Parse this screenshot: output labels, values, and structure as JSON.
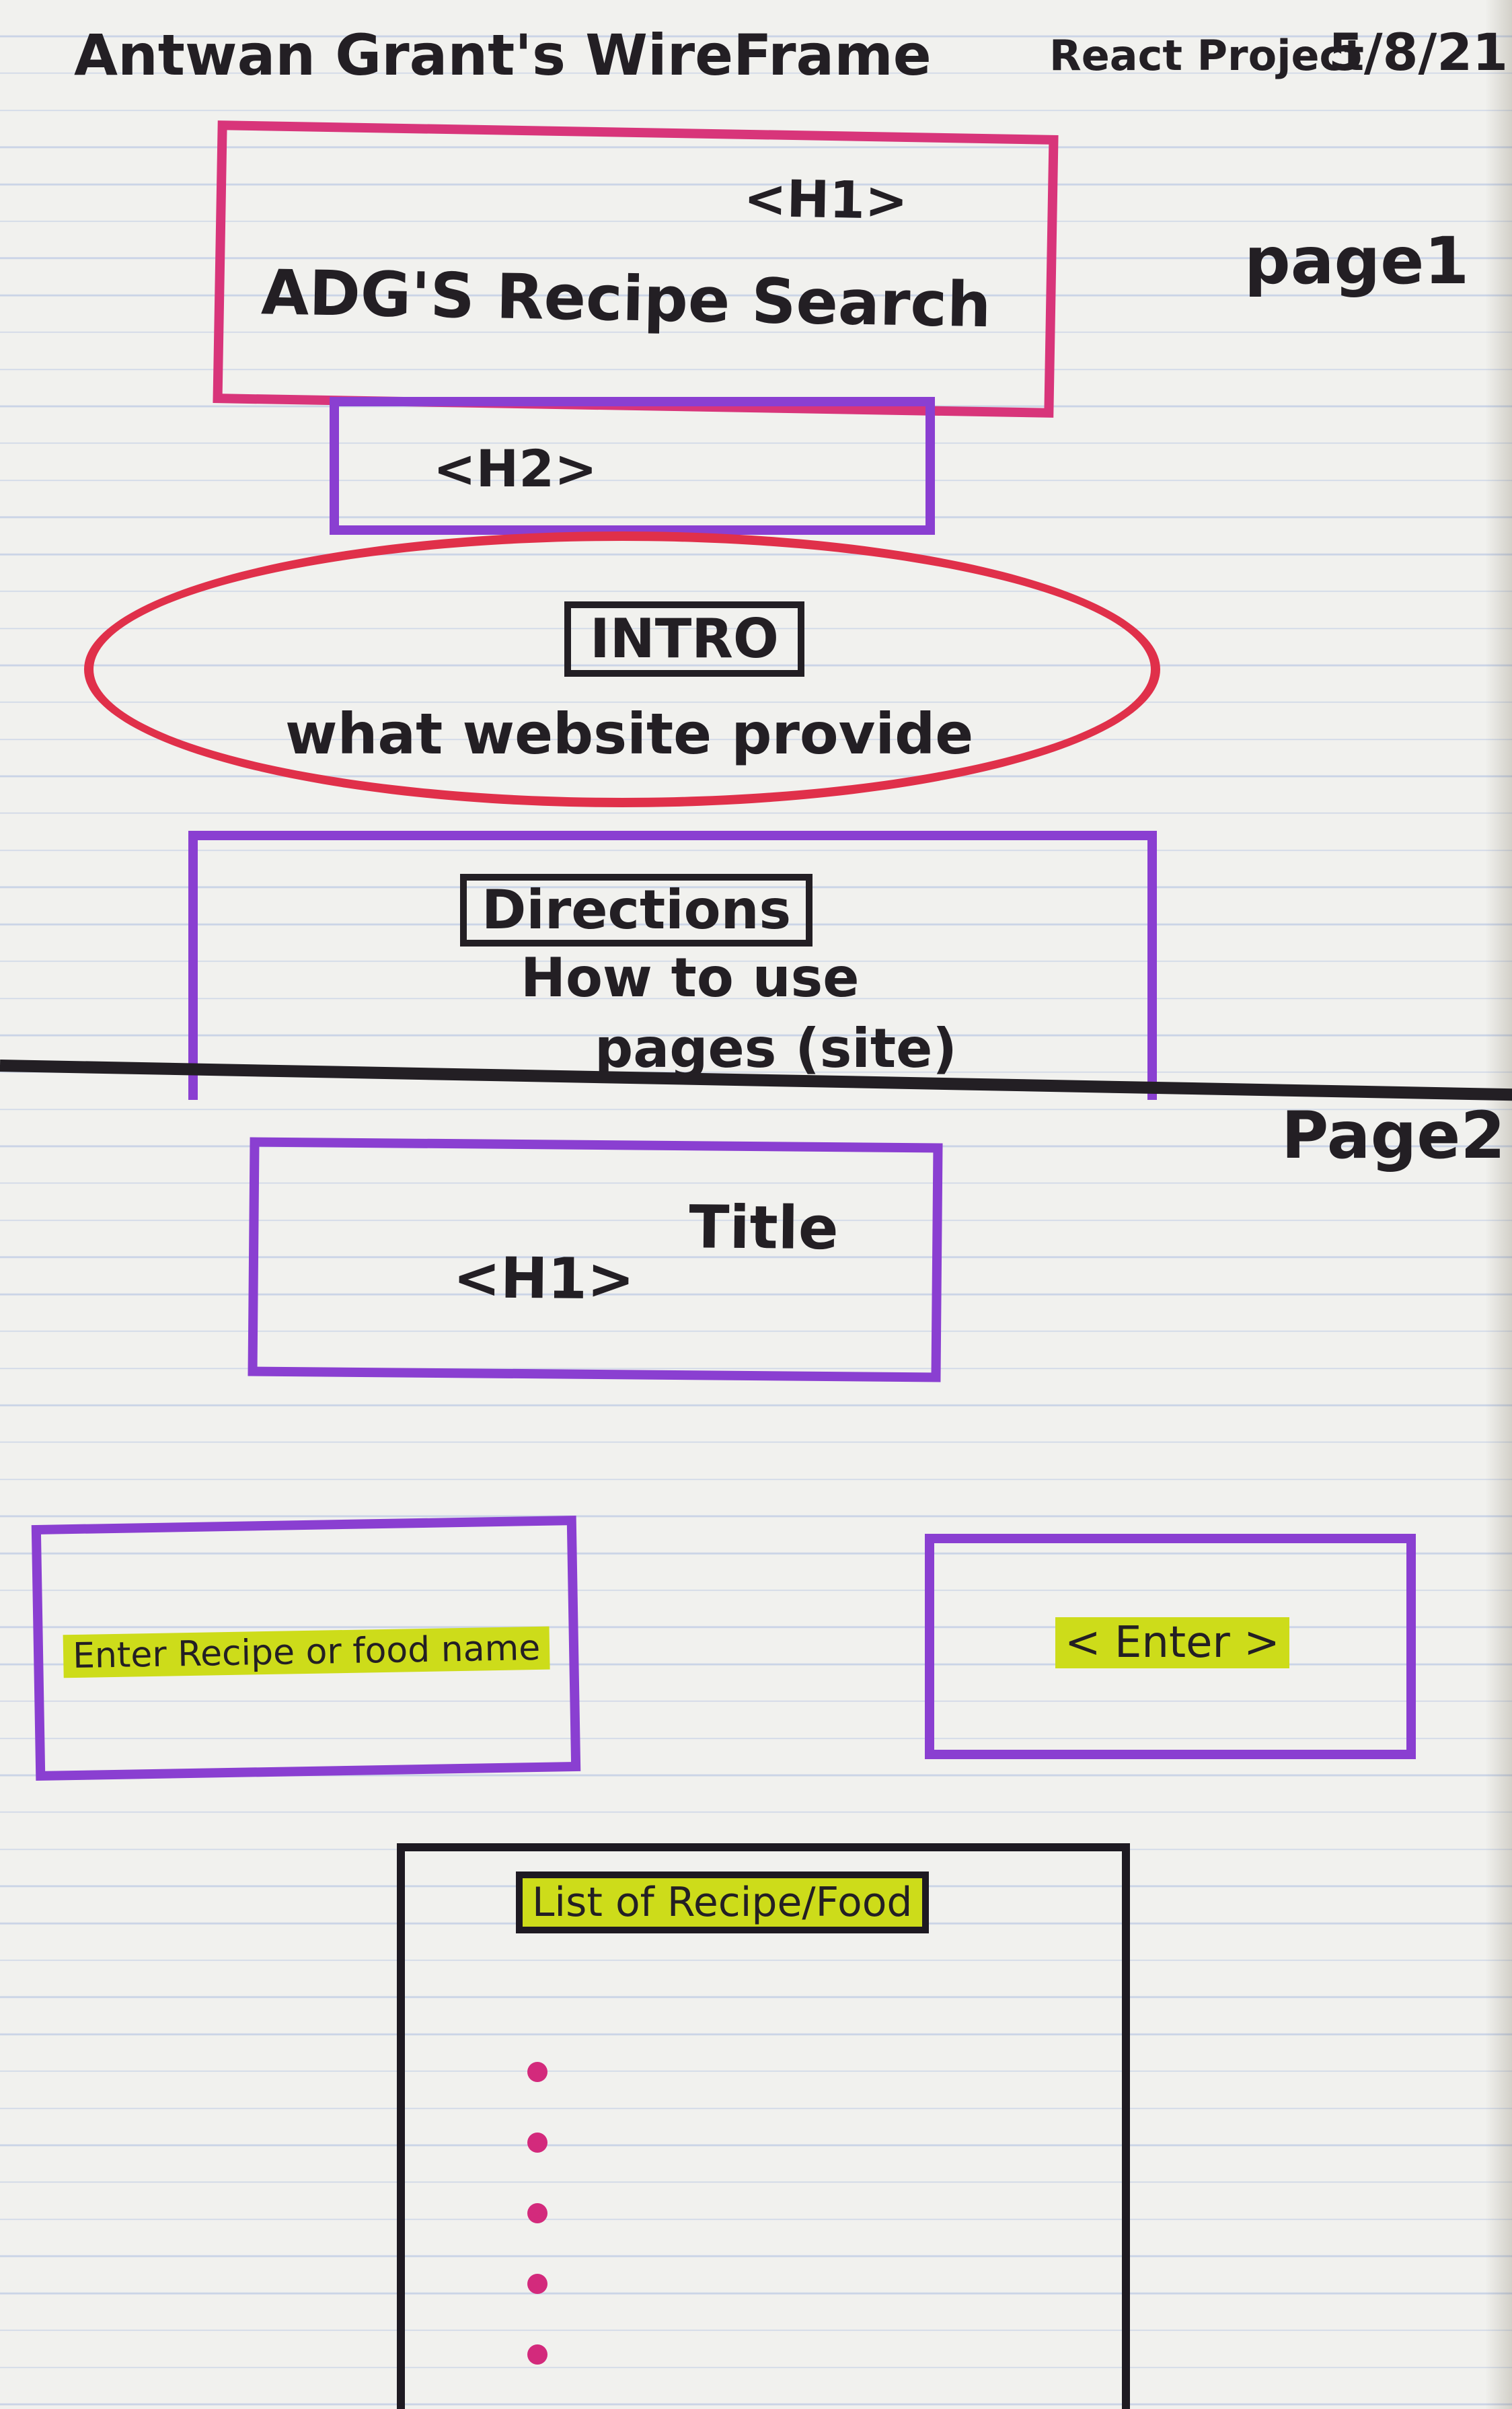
{
  "header": {
    "title": "Antwan Grant's WireFrame",
    "project": "React Project",
    "date": "5/8/21"
  },
  "page1": {
    "label": "page1",
    "h1_box": {
      "tag": "<H1>",
      "text": "ADG'S Recipe Search"
    },
    "h2_box": {
      "tag": "<H2>"
    },
    "intro": {
      "tag": "INTRO",
      "text": "what website provide"
    },
    "directions": {
      "tag": "Directions",
      "line1": "How to use",
      "line2": "pages (site)"
    }
  },
  "page2": {
    "label": "Page2",
    "title_box": {
      "tag": "<H1>",
      "text": "Title"
    },
    "input_box": {
      "text": "Enter Recipe or food name"
    },
    "enter_button": {
      "text": "< Enter >"
    },
    "results": {
      "header": "List of Recipe/Food",
      "bullet_count": 5
    }
  },
  "colors": {
    "ink": "#231f24",
    "pink": "#d8357a",
    "purple": "#8a3fd1",
    "red": "#e0304a",
    "highlighter": "#cddc1a",
    "bullet": "#d32a7c"
  }
}
